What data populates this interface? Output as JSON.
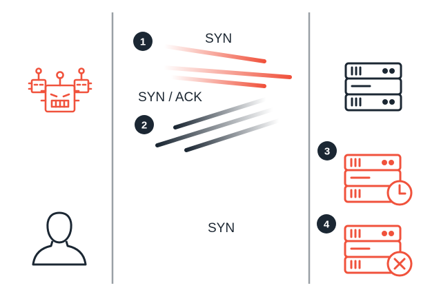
{
  "colors": {
    "navy": "#1b2733",
    "attack": "#f0523c",
    "legit": "#6fe05a",
    "divider": "#9aa0a6"
  },
  "icons": {
    "attacker": "bot-army-icon",
    "user": "user-icon",
    "server_ok": "server-icon",
    "server_waiting": "server-clock-icon",
    "server_down": "server-error-icon"
  },
  "labels": {
    "syn_attack": "SYN",
    "syn_ack": "SYN / ACK",
    "syn_legit": "SYN"
  },
  "steps": [
    "1",
    "2",
    "3",
    "4"
  ]
}
